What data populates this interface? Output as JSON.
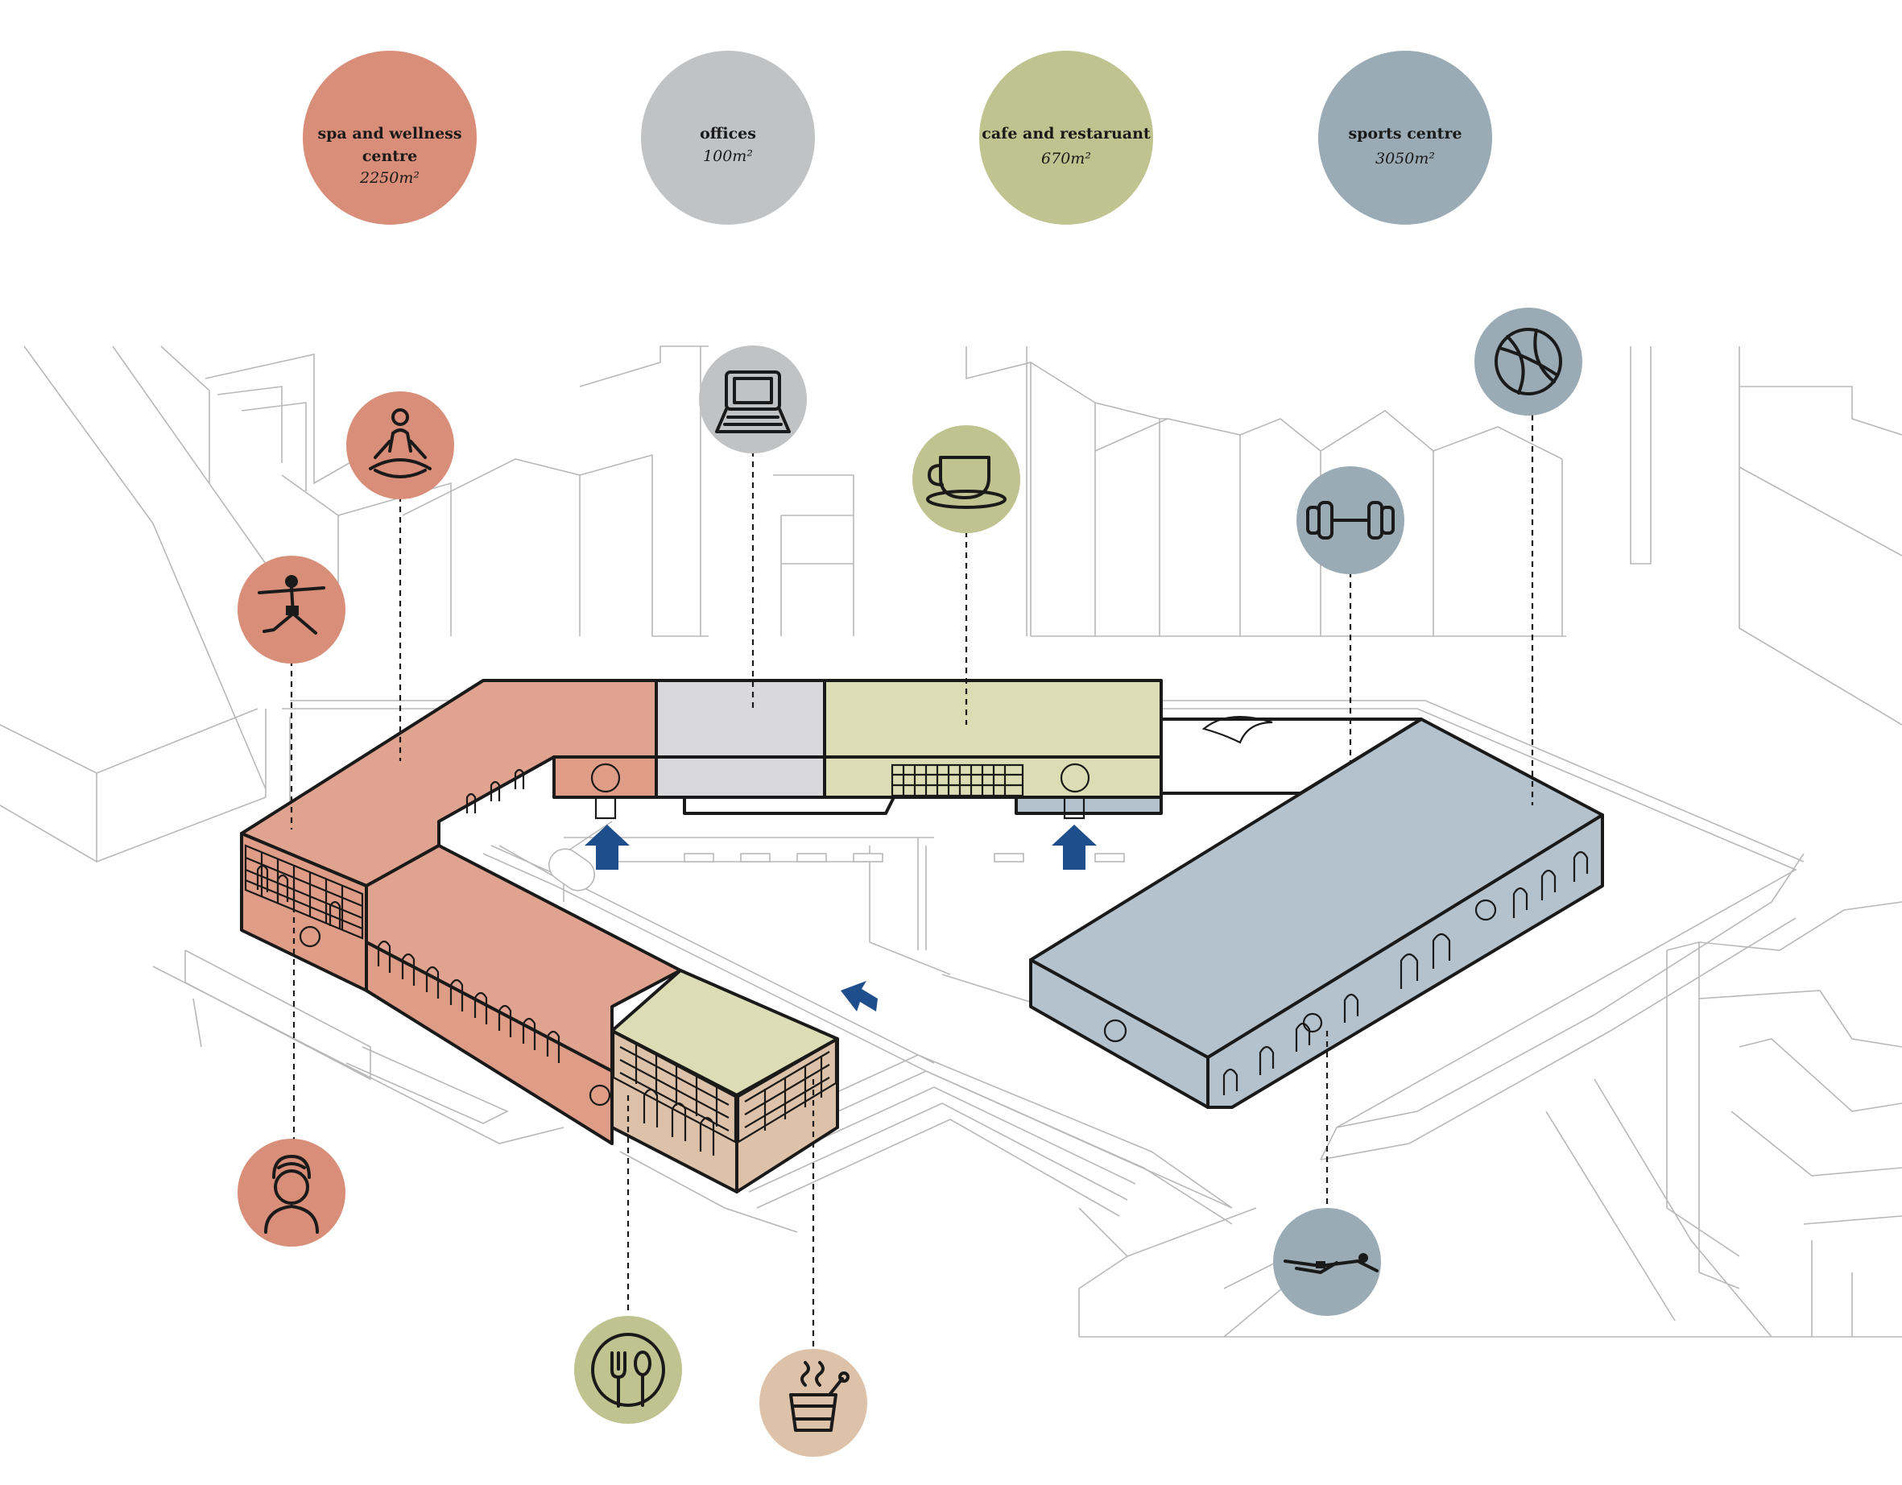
{
  "colors": {
    "spa": "#d88e79",
    "spa_building": "#e0a38f",
    "spa_facade": "#df9c87",
    "offices": "#c1c2c4",
    "offices_building": "#d9d9db",
    "cafe": "#bfc38f",
    "cafe_building": "#dcdcb5",
    "sports": "#9aabb5",
    "sports_building": "#b4c2cd",
    "sauna": "#ddc2a9",
    "entrance_arrow": "#1f4e8c"
  },
  "legend": [
    {
      "name_lines": [
        "spa and wellness",
        "centre"
      ],
      "area": "2250m²",
      "color_key": "spa"
    },
    {
      "name_lines": [
        "offices"
      ],
      "area": "100m²",
      "color_key": "offices"
    },
    {
      "name_lines": [
        "cafe and restaruant"
      ],
      "area": "670m²",
      "color_key": "cafe"
    },
    {
      "name_lines": [
        "sports centre"
      ],
      "area": "3050m²",
      "color_key": "sports"
    }
  ],
  "activity_icons": [
    {
      "icon": "yoga-pose-icon",
      "color_key": "spa"
    },
    {
      "icon": "meditation-icon",
      "color_key": "spa"
    },
    {
      "icon": "spa-towel-person-icon",
      "color_key": "spa"
    },
    {
      "icon": "laptop-icon",
      "color_key": "offices"
    },
    {
      "icon": "coffee-cup-icon",
      "color_key": "cafe"
    },
    {
      "icon": "fork-spoon-icon",
      "color_key": "cafe"
    },
    {
      "icon": "sauna-bucket-icon",
      "color_key": "sauna"
    },
    {
      "icon": "dumbbell-icon",
      "color_key": "sports"
    },
    {
      "icon": "basketball-icon",
      "color_key": "sports"
    },
    {
      "icon": "swimmer-icon",
      "color_key": "sports"
    }
  ],
  "entrances": [
    {
      "icon": "entrance-arrow-icon"
    },
    {
      "icon": "entrance-arrow-icon"
    },
    {
      "icon": "entrance-arrow-icon"
    }
  ]
}
